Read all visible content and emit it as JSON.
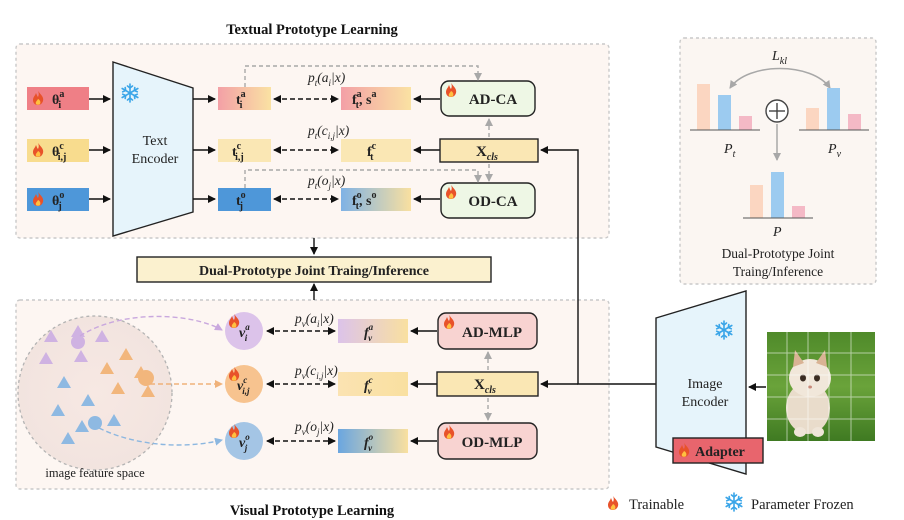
{
  "titles": {
    "textual": "Textual Prototype Learning",
    "visual": "Visual Prototype Learning"
  },
  "textual": {
    "params": [
      {
        "label": "θ",
        "sup": "a",
        "sub": "i",
        "color": "#ef7f86"
      },
      {
        "label": "θ",
        "sup": "c",
        "sub": "i,j",
        "color": "#f8dc8e"
      },
      {
        "label": "θ",
        "sup": "o",
        "sub": "j",
        "color": "#4e97d9"
      }
    ],
    "encoder_line1": "Text",
    "encoder_line2": "Encoder",
    "tokens": [
      {
        "label": "t",
        "sup": "a",
        "sub": "i"
      },
      {
        "label": "t",
        "sup": "c",
        "sub": "i,j"
      },
      {
        "label": "t",
        "sup": "o",
        "sub": "j"
      }
    ],
    "probs": [
      {
        "pre": "p",
        "psub": "t",
        "arg": "(a",
        "argsub": "i",
        "post": "|x)"
      },
      {
        "pre": "p",
        "psub": "t",
        "arg": "(c",
        "argsub": "i,j",
        "post": "|x)"
      },
      {
        "pre": "p",
        "psub": "t",
        "arg": "(o",
        "argsub": "j",
        "post": "|x)"
      }
    ],
    "features": [
      {
        "f": "f",
        "fsup": "a",
        "fsub": "t",
        "extra": ", s",
        "extrasup": "a"
      },
      {
        "f": "f",
        "fsup": "c",
        "fsub": "t",
        "extra": "",
        "extrasup": ""
      },
      {
        "f": "f",
        "fsup": "o",
        "fsub": "t",
        "extra": ", s",
        "extrasup": "o"
      }
    ],
    "ad_ca": "AD-CA",
    "od_ca": "OD-CA",
    "xcls": "X",
    "xcls_sub": "cls"
  },
  "joint": "Dual-Prototype Joint Traing/Inference",
  "visual": {
    "protos": [
      {
        "label": "v",
        "sup": "a",
        "sub": "i",
        "color": "#dcc3ea"
      },
      {
        "label": "v",
        "sup": "c",
        "sub": "i,j",
        "color": "#f7c38f"
      },
      {
        "label": "v",
        "sup": "o",
        "sub": "j",
        "color": "#a4c5e5"
      }
    ],
    "probs": [
      {
        "pre": "p",
        "psub": "v",
        "arg": "(a",
        "argsub": "i",
        "post": "|x)"
      },
      {
        "pre": "p",
        "psub": "v",
        "arg": "(c",
        "argsub": "i,j",
        "post": "|x)"
      },
      {
        "pre": "p",
        "psub": "v",
        "arg": "(o",
        "argsub": "j",
        "post": "|x)"
      }
    ],
    "features": [
      {
        "f": "f",
        "fsup": "a",
        "fsub": "v"
      },
      {
        "f": "f",
        "fsup": "c",
        "fsub": "v"
      },
      {
        "f": "f",
        "fsup": "o",
        "fsub": "v"
      }
    ],
    "ad_mlp": "AD-MLP",
    "od_mlp": "OD-MLP",
    "xcls": "X",
    "xcls_sub": "cls",
    "feature_space_label": "image feature space"
  },
  "image_encoder": {
    "line1": "Image",
    "line2": "Encoder",
    "adapter": "Adapter"
  },
  "kl_panel": {
    "loss": "L",
    "loss_sub": "kl",
    "pt": "P",
    "pt_sub": "t",
    "pv": "P",
    "pv_sub": "v",
    "p": "P",
    "caption1": "Dual-Prototype Joint",
    "caption2": "Traing/Inference"
  },
  "legend": {
    "trainable": "Trainable",
    "frozen": "Parameter Frozen"
  },
  "icons": [
    "fire-icon",
    "snowflake-icon",
    "kitten-image",
    "oplus-icon"
  ]
}
